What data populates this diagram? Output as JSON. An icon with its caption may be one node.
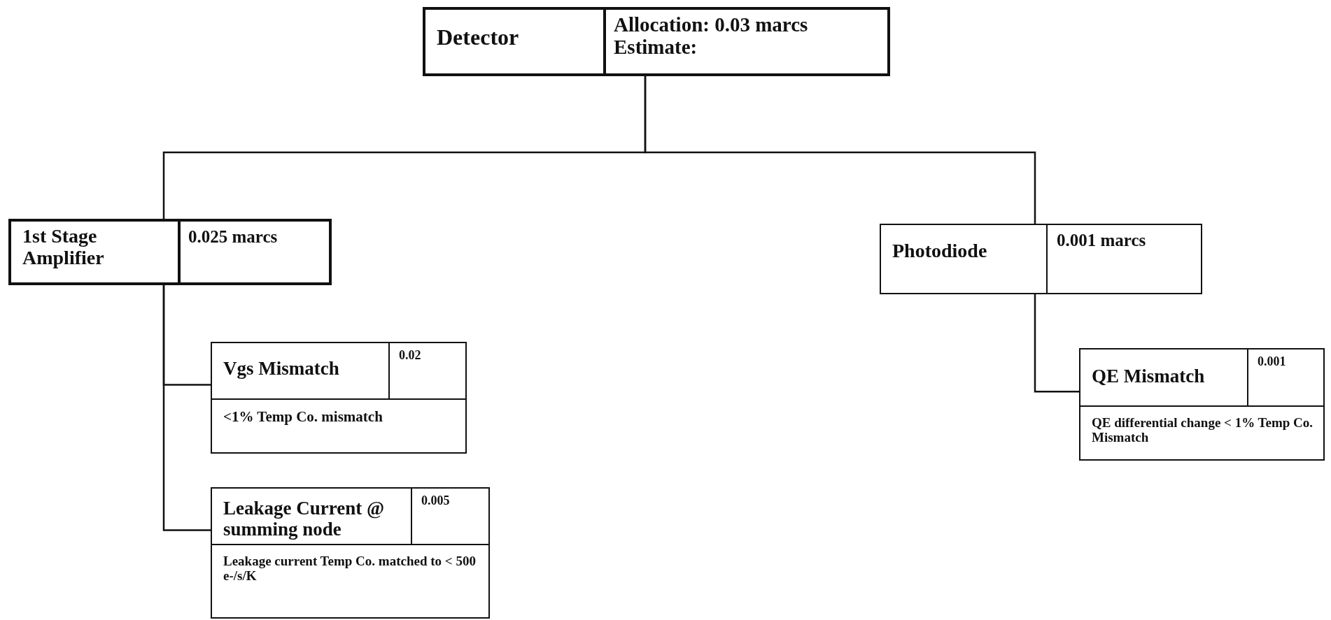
{
  "diagram": {
    "nodes": [
      {
        "text": [
          "Detector",
          "Allocation: 0.03 marcs Estimate:"
        ]
      },
      {
        "text": [
          "1st Stage Amplifier",
          "0.025 marcs"
        ]
      },
      {
        "text": [
          "Photodiode",
          "0.001 marcs"
        ]
      },
      {
        "text": [
          "Vgs Mismatch",
          "0.02",
          "<1% Temp Co. mismatch"
        ]
      },
      {
        "text": [
          "Leakage Current @ summing node",
          "0.005",
          "Leakage current Temp Co. matched to < 500 e-/s/K"
        ]
      },
      {
        "text": [
          "QE Mismatch",
          "0.001",
          "QE differential change < 1% Temp Co. Mismatch"
        ]
      }
    ],
    "edges": [
      {
        "from": 0,
        "to": 1,
        "arrow": "none"
      },
      {
        "from": 0,
        "to": 2,
        "arrow": "none"
      },
      {
        "from": 1,
        "to": 3,
        "arrow": "none"
      },
      {
        "from": 1,
        "to": 4,
        "arrow": "none"
      },
      {
        "from": 2,
        "to": 5,
        "arrow": "none"
      }
    ]
  }
}
